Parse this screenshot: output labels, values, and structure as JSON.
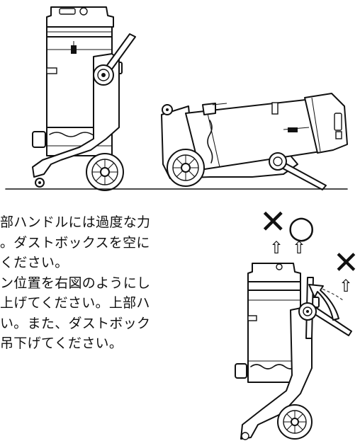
{
  "instructions": {
    "lines": [
      "部ハンドルには過度な力",
      "。ダストボックスを空に",
      "ください。",
      "ン位置を右図のようにし",
      "上げてください。上部ハ",
      "い。また、ダストボック",
      "吊下げてください。"
    ]
  },
  "marks": {
    "prohibited": "✕",
    "allowed": "○",
    "up_arrow": "⇧"
  }
}
